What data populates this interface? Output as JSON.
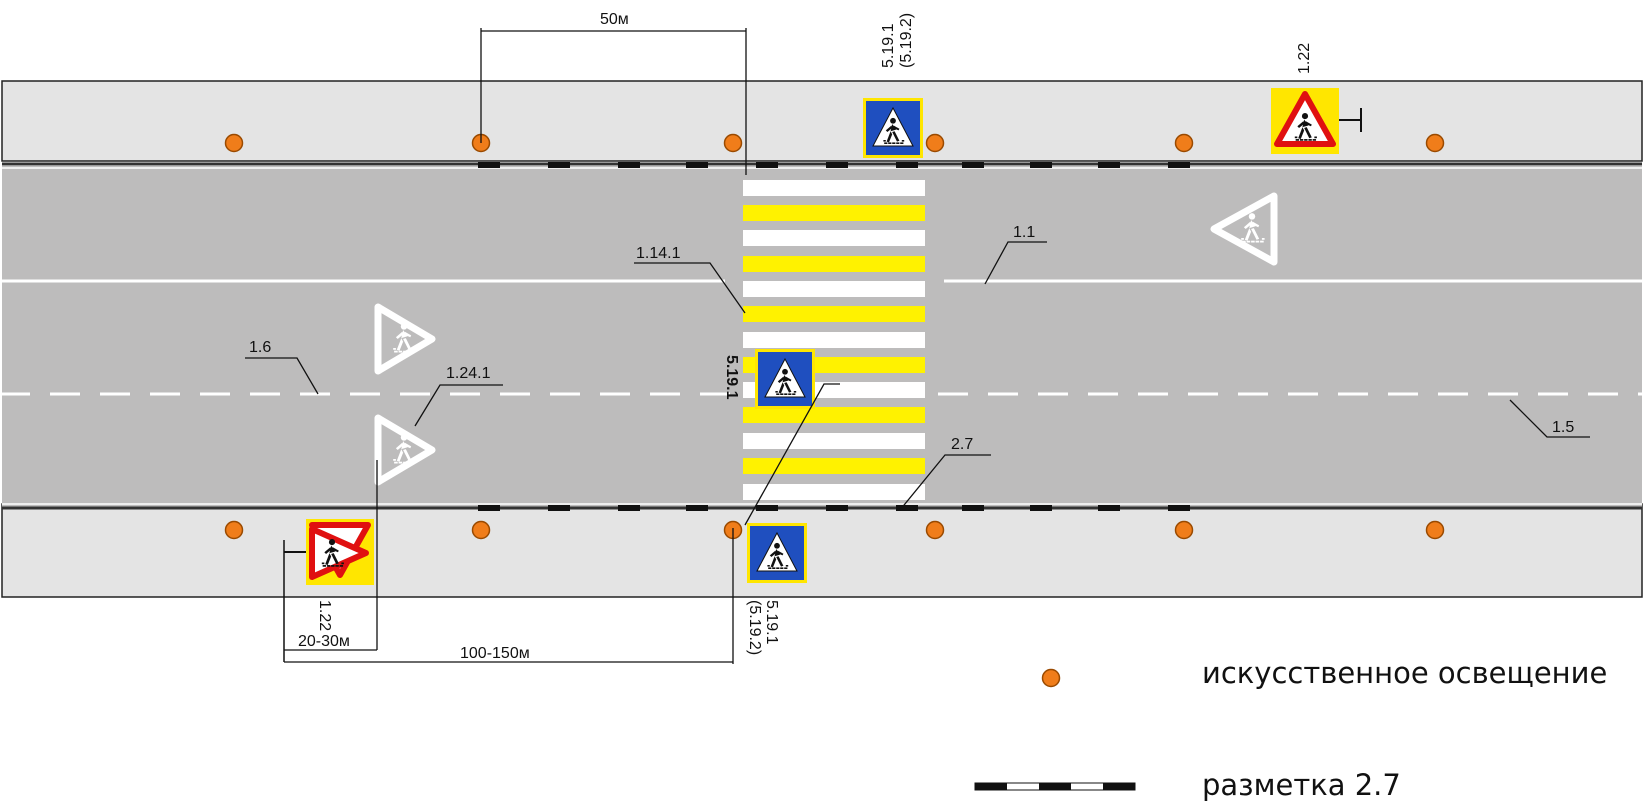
{
  "colors": {
    "sidewalk": "#e4e4e4",
    "road": "#bdbcbc",
    "lane_line": "#ffffff",
    "crossing_yellow": "#fff200",
    "crossing_white": "#ffffff",
    "lamp_fill": "#f07d1a",
    "lamp_stroke": "#9a4a00",
    "sign_blue": "#1f4fbf",
    "sign_red": "#e01010",
    "sign_yellow_bg": "#ffe600",
    "pedestrian_mark": "#ffffff"
  },
  "dimensions": {
    "top": "50м",
    "bottom_short": "20-30м",
    "bottom_long": "100-150м"
  },
  "labels": {
    "sign_top_center_line1": "5.19.1",
    "sign_top_center_line2": "(5.19.2)",
    "sign_top_right": "1.22",
    "sign_bottom_left": "1.22",
    "sign_center": "5.19.1",
    "sign_bottom_center_line1": "5.19.1",
    "sign_bottom_center_line2": "(5.19.2)",
    "marking_1_14_1": "1.14.1",
    "marking_1_1": "1.1",
    "marking_1_6": "1.6",
    "marking_1_24_1": "1.24.1",
    "marking_1_5": "1.5",
    "marking_2_7": "2.7"
  },
  "legend": {
    "lighting": "искусственное освещение",
    "marking": "разметка 2.7"
  },
  "icons": {
    "lamp": "street-lamp-icon",
    "pedestrian_crossing_sign": "pedestrian-crossing-sign-icon",
    "pedestrian_warning_sign": "pedestrian-warning-sign-icon",
    "pedestrian_road_marking": "pedestrian-road-marking-icon"
  }
}
